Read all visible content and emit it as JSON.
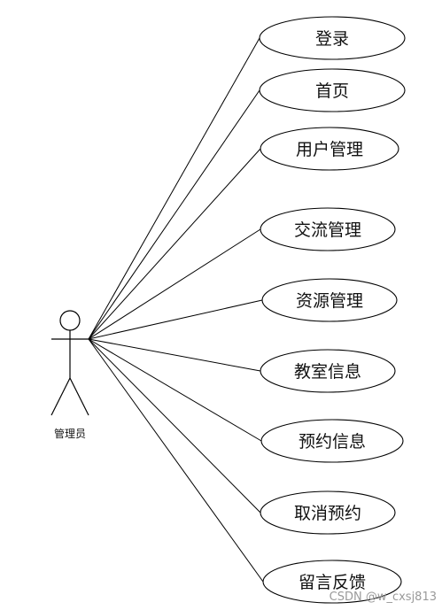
{
  "actor": {
    "name": "管理员"
  },
  "use_cases": [
    {
      "label": "登录"
    },
    {
      "label": "首页"
    },
    {
      "label": "用户管理"
    },
    {
      "label": "交流管理"
    },
    {
      "label": "资源管理"
    },
    {
      "label": "教室信息"
    },
    {
      "label": "预约信息"
    },
    {
      "label": "取消预约"
    },
    {
      "label": "留言反馈"
    }
  ],
  "watermark": "CSDN @w_cxsj813",
  "colors": {
    "stroke": "#000000",
    "text": "#111111",
    "watermark": "#9a9a9a",
    "background": "#ffffff"
  }
}
